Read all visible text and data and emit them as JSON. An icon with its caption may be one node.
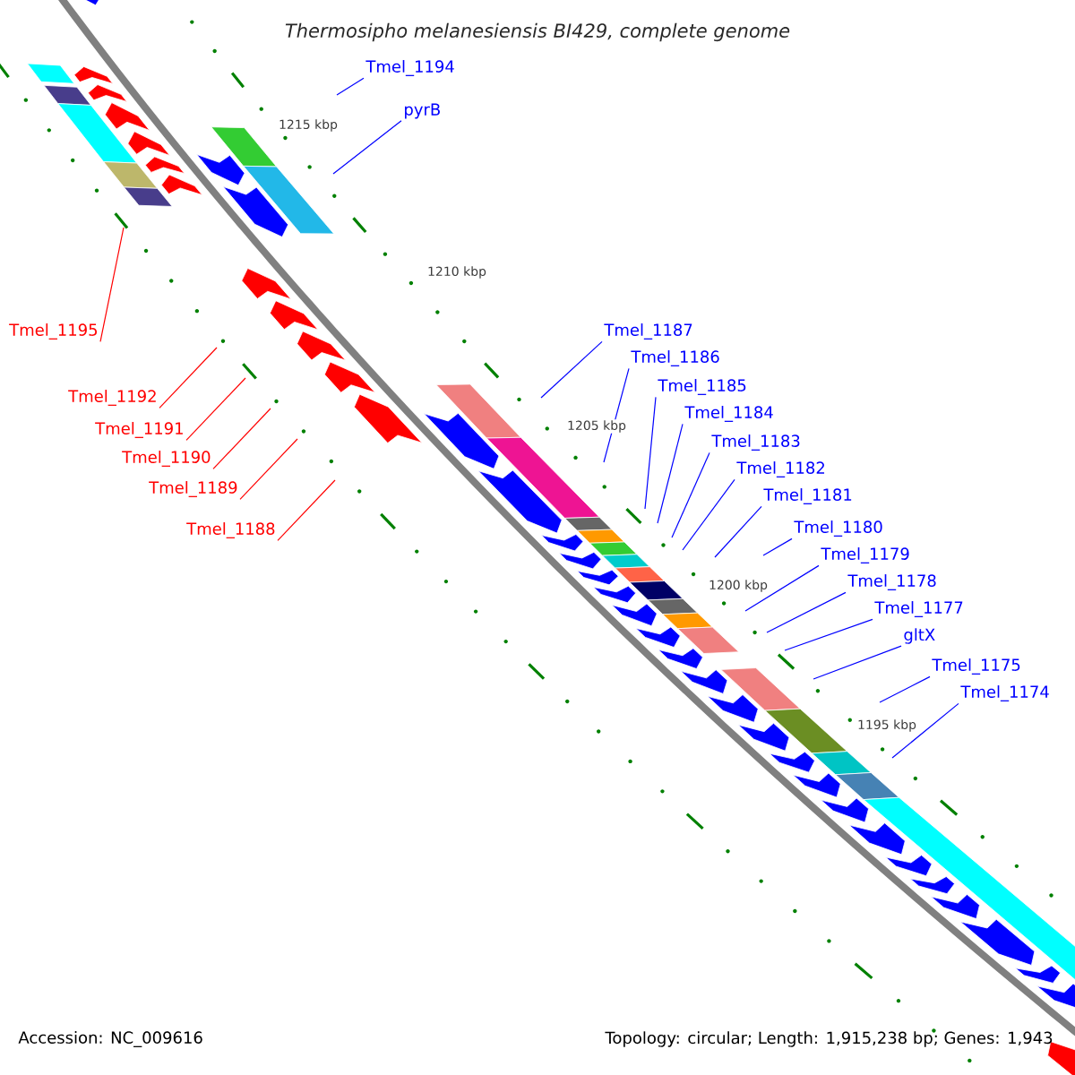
{
  "diagram": {
    "title": "Thermosipho melanesiensis BI429, complete genome",
    "nodes": [
      {
        "text": [
          "Tmel_1194"
        ]
      },
      {
        "text": [
          "pyrB"
        ]
      },
      {
        "text": [
          "Tmel_1195"
        ]
      },
      {
        "text": [
          "Tmel_1192"
        ]
      },
      {
        "text": [
          "Tmel_1191"
        ]
      },
      {
        "text": [
          "Tmel_1190"
        ]
      },
      {
        "text": [
          "Tmel_1189"
        ]
      },
      {
        "text": [
          "Tmel_1188"
        ]
      },
      {
        "text": [
          "Tmel_1187"
        ]
      },
      {
        "text": [
          "Tmel_1186"
        ]
      },
      {
        "text": [
          "Tmel_1185"
        ]
      },
      {
        "text": [
          "Tmel_1184"
        ]
      },
      {
        "text": [
          "Tmel_1183"
        ]
      },
      {
        "text": [
          "Tmel_1182"
        ]
      },
      {
        "text": [
          "Tmel_1181"
        ]
      },
      {
        "text": [
          "Tmel_1180"
        ]
      },
      {
        "text": [
          "Tmel_1179"
        ]
      },
      {
        "text": [
          "Tmel_1178"
        ]
      },
      {
        "text": [
          "Tmel_1177"
        ]
      },
      {
        "text": [
          "gltX"
        ]
      },
      {
        "text": [
          "Tmel_1175"
        ]
      },
      {
        "text": [
          "Tmel_1174"
        ]
      }
    ],
    "edges": [
      {
        "from": 0,
        "to": null,
        "arrow": "none"
      },
      {
        "from": 1,
        "to": null,
        "arrow": "none"
      },
      {
        "from": 2,
        "to": null,
        "arrow": "none",
        "color": "#ff0000"
      },
      {
        "from": 3,
        "to": null,
        "arrow": "none",
        "color": "#ff0000"
      },
      {
        "from": 4,
        "to": null,
        "arrow": "none",
        "color": "#ff0000"
      },
      {
        "from": 5,
        "to": null,
        "arrow": "none",
        "color": "#ff0000"
      },
      {
        "from": 6,
        "to": null,
        "arrow": "none",
        "color": "#ff0000"
      },
      {
        "from": 7,
        "to": null,
        "arrow": "none",
        "color": "#ff0000"
      },
      {
        "from": 8,
        "to": null,
        "arrow": "none"
      },
      {
        "from": 9,
        "to": null,
        "arrow": "none"
      },
      {
        "from": 10,
        "to": null,
        "arrow": "none"
      },
      {
        "from": 11,
        "to": null,
        "arrow": "none"
      },
      {
        "from": 12,
        "to": null,
        "arrow": "none"
      },
      {
        "from": 13,
        "to": null,
        "arrow": "none"
      },
      {
        "from": 14,
        "to": null,
        "arrow": "none"
      },
      {
        "from": 15,
        "to": null,
        "arrow": "none"
      },
      {
        "from": 16,
        "to": null,
        "arrow": "none"
      },
      {
        "from": 17,
        "to": null,
        "arrow": "none"
      },
      {
        "from": 18,
        "to": null,
        "arrow": "none"
      },
      {
        "from": 19,
        "to": null,
        "arrow": "none"
      },
      {
        "from": 20,
        "to": null,
        "arrow": "none"
      },
      {
        "from": 21,
        "to": null,
        "arrow": "none"
      }
    ],
    "labels": [
      "1215 kbp",
      "1210 kbp",
      "1205 kbp",
      "1200 kbp",
      "1195 kbp",
      "Accession: NC_009616",
      "Topology: circular; Length: 1,915,238 bp; Genes: 1,943"
    ]
  }
}
